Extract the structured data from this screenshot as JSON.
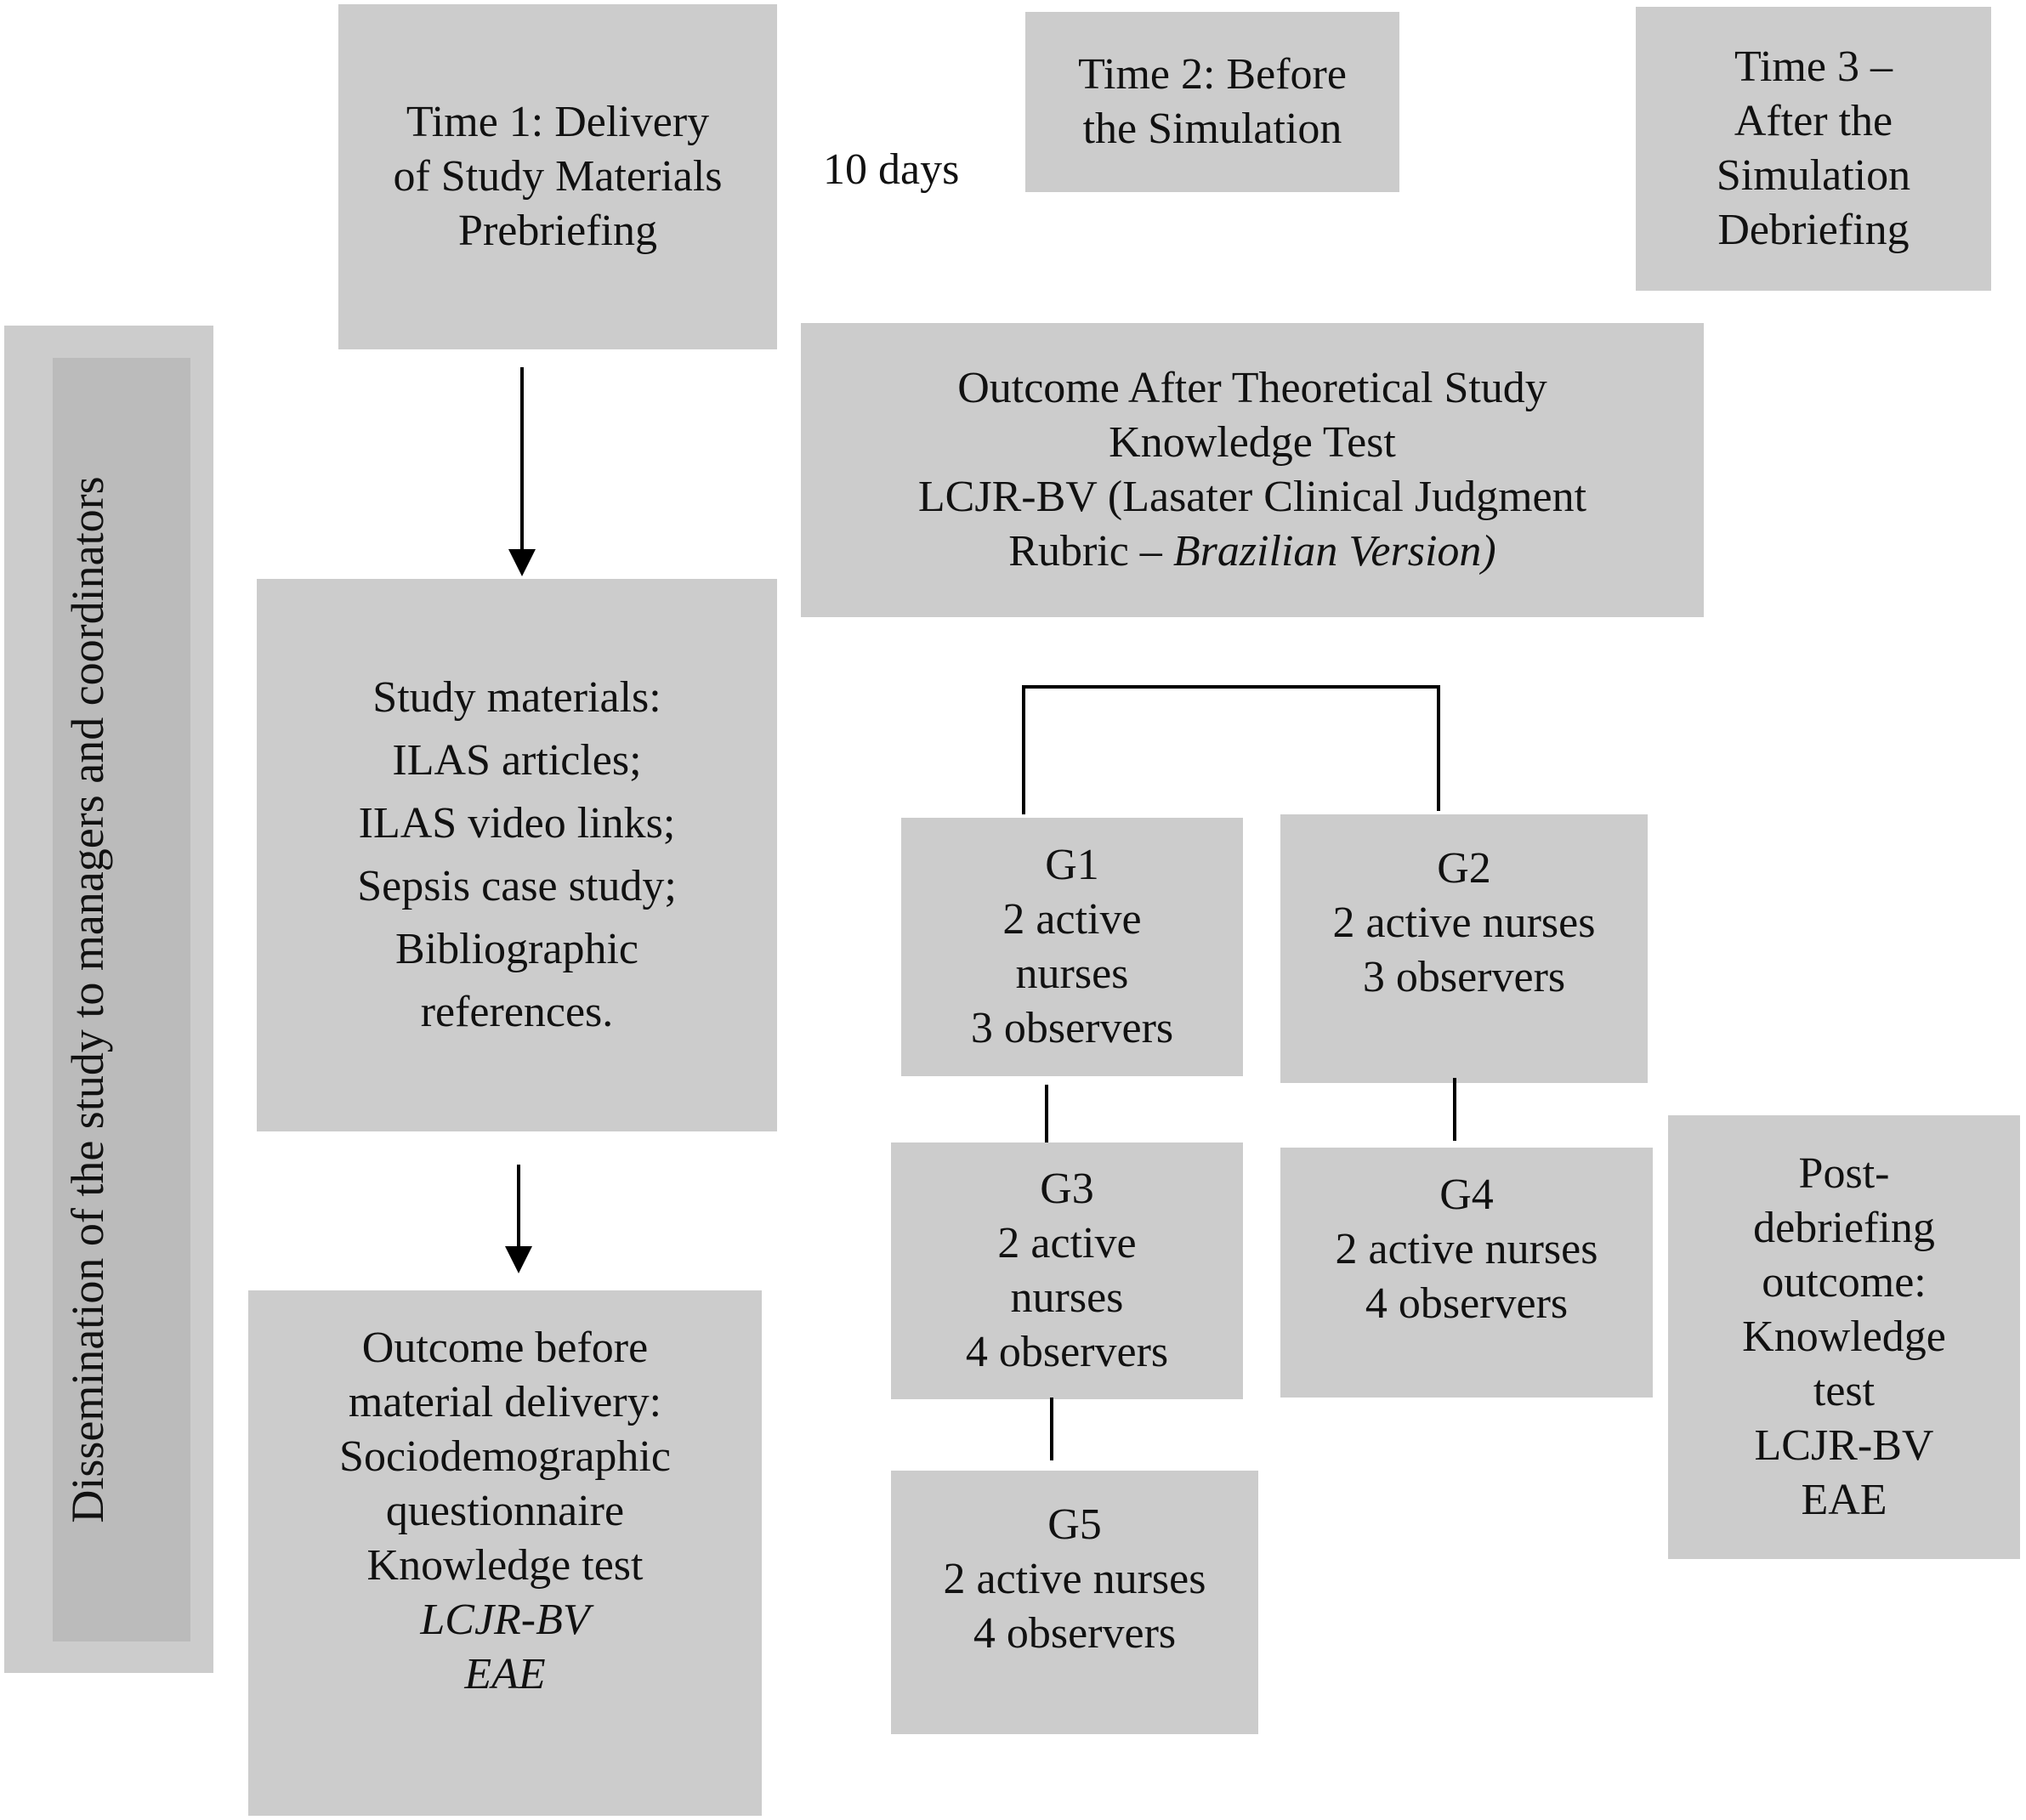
{
  "side_label": "Dissemination of the study to managers and coordinators",
  "interval_label": "10 days",
  "time1": [
    "Time 1: Delivery",
    "of Study Materials",
    "Prebriefing"
  ],
  "time2": [
    "Time 2: Before",
    "the Simulation"
  ],
  "time3": [
    "Time 3 –",
    "After the",
    "Simulation",
    "Debriefing"
  ],
  "study_materials": [
    "Study materials:",
    "ILAS articles;",
    "ILAS video links;",
    "Sepsis case study;",
    "Bibliographic",
    "references."
  ],
  "outcome_before": [
    "Outcome before",
    "material delivery:",
    "Sociodemographic",
    "questionnaire",
    "Knowledge test"
  ],
  "outcome_before_italic": [
    "LCJR-BV",
    "EAE"
  ],
  "outcome_after": [
    "Outcome After Theoretical Study",
    "Knowledge Test",
    "LCJR-BV (Lasater Clinical Judgment"
  ],
  "outcome_after_last": {
    "normal": "Rubric – ",
    "italic": "Brazilian Version)"
  },
  "groups": {
    "g1": [
      "G1",
      "2 active",
      "nurses",
      "3 observers"
    ],
    "g2": [
      "G2",
      "2 active nurses",
      "3 observers"
    ],
    "g3": [
      "G3",
      "2 active",
      "nurses",
      "4 observers"
    ],
    "g4": [
      "G4",
      "2 active nurses",
      "4 observers"
    ],
    "g5": [
      "G5",
      "2 active nurses",
      "4 observers"
    ]
  },
  "post_debriefing": [
    "Post-",
    "debriefing",
    "outcome:",
    "Knowledge",
    "test",
    "LCJR-BV",
    "EAE"
  ]
}
